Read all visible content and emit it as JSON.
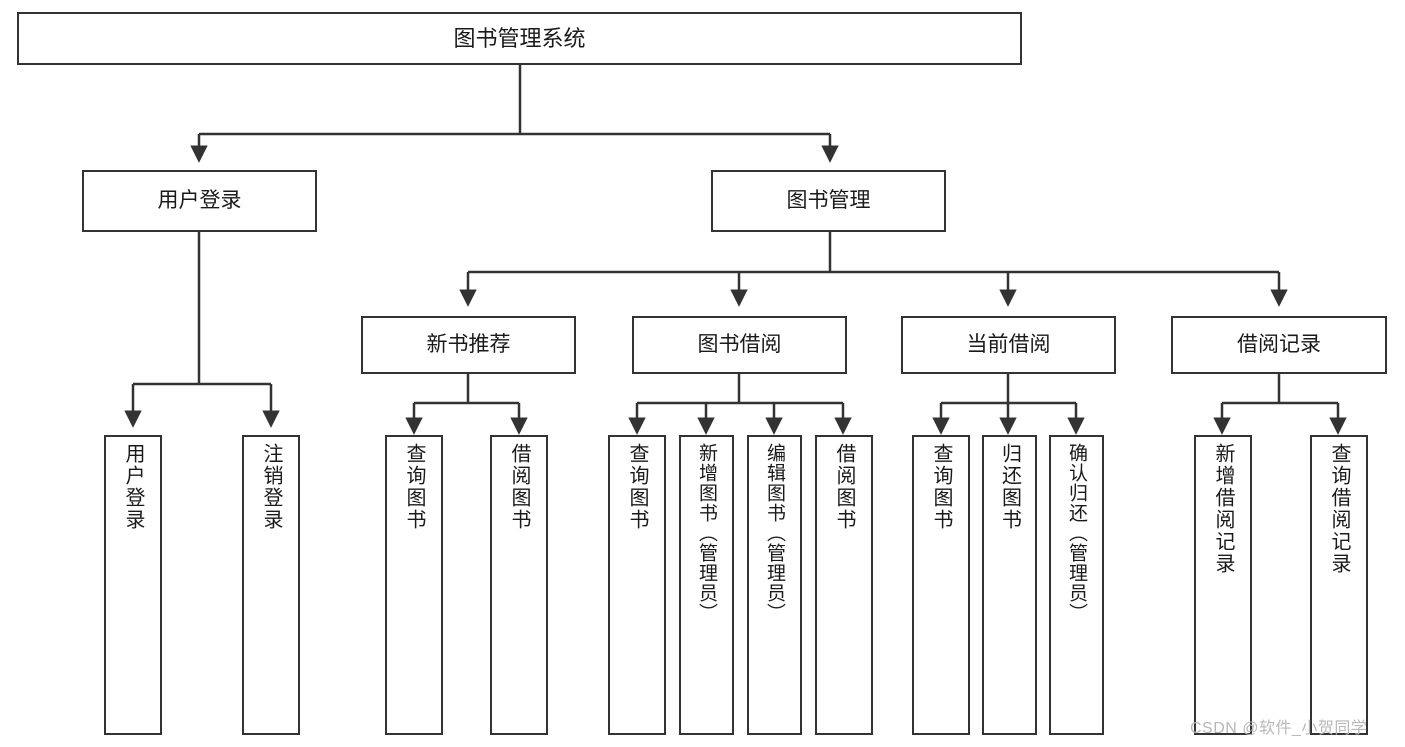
{
  "diagram": {
    "title": "图书管理系统",
    "type": "tree-hierarchy-diagram",
    "stroke_color": "#333333",
    "background_color": "#ffffff",
    "text_color": "#1a1a1a"
  },
  "nodes": {
    "root": {
      "label": "图书管理系统"
    },
    "level2": [
      {
        "id": "user-login",
        "label": "用户登录"
      },
      {
        "id": "book-management",
        "label": "图书管理"
      }
    ],
    "level3": [
      {
        "id": "new-book-recommend",
        "label": "新书推荐"
      },
      {
        "id": "book-borrow",
        "label": "图书借阅"
      },
      {
        "id": "current-borrow",
        "label": "当前借阅"
      },
      {
        "id": "borrow-record",
        "label": "借阅记录"
      }
    ],
    "leaves": [
      {
        "id": "leaf-user-login",
        "label": "用户登录",
        "parent": "user-login"
      },
      {
        "id": "leaf-logout-login",
        "label": "注销登录",
        "parent": "user-login"
      },
      {
        "id": "leaf-query-book-1",
        "label": "查询图书",
        "parent": "new-book-recommend"
      },
      {
        "id": "leaf-borrow-book-1",
        "label": "借阅图书",
        "parent": "new-book-recommend"
      },
      {
        "id": "leaf-query-book-2",
        "label": "查询图书",
        "parent": "book-borrow"
      },
      {
        "id": "leaf-add-book",
        "label": "新增图书（管理员）",
        "parent": "book-borrow"
      },
      {
        "id": "leaf-edit-book",
        "label": "编辑图书（管理员）",
        "parent": "book-borrow"
      },
      {
        "id": "leaf-borrow-book-2",
        "label": "借阅图书",
        "parent": "book-borrow"
      },
      {
        "id": "leaf-query-book-3",
        "label": "查询图书",
        "parent": "current-borrow"
      },
      {
        "id": "leaf-return-book",
        "label": "归还图书",
        "parent": "current-borrow"
      },
      {
        "id": "leaf-confirm-return",
        "label": "确认归还（管理员）",
        "parent": "current-borrow"
      },
      {
        "id": "leaf-add-record",
        "label": "新增借阅记录",
        "parent": "borrow-record"
      },
      {
        "id": "leaf-query-record",
        "label": "查询借阅记录",
        "parent": "borrow-record"
      }
    ]
  },
  "watermark": {
    "text": "CSDN @软件_小贺同学"
  }
}
